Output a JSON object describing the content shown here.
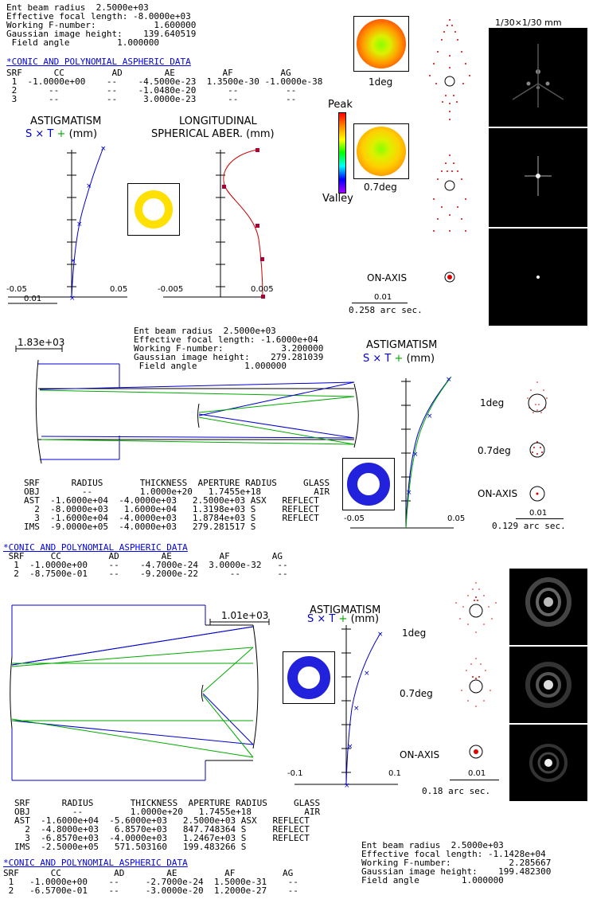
{
  "sys1": {
    "info": "Ent beam radius  2.5000e+03\nEffective focal length: -8.0000e+03\nWorking F-number:           1.600000\nGaussian image height:    139.640519\n Field angle         1.000000",
    "asph_title": "*CONIC AND POLYNOMIAL ASPHERIC DATA",
    "asph_table": "SRF      CC         AD        AE         AF         AG\n 1  -1.0000e+00    --    -4.5000e-23  1.3500e-30 -1.0000e-38\n 2      --         --    -1.0480e-20      --         --\n 3      --         --     3.0000e-23      --         --",
    "astig_title": "ASTIGMATISM",
    "astig_legend": "S × T + (mm)",
    "astig_ticks": [
      "-0.05",
      "0.05"
    ],
    "astig_scale": "0.01",
    "long_title1": "LONGITUDINAL",
    "long_title2": "SPHERICAL ABER. (mm)",
    "long_ticks": [
      "-0.005",
      "0.005"
    ],
    "peak_label": "Peak",
    "valley_label": "Valley",
    "wave_labels": [
      "1deg",
      "0.7deg"
    ],
    "spot_onaxis": "ON-AXIS",
    "spot_scale": "0.01",
    "spot_arcsec": "0.258 arc sec.",
    "psf_scale": "1/30×1/30 mm"
  },
  "sys2": {
    "scale_label": "1.83e+03",
    "info": "Ent beam radius  2.5000e+03\nEffective focal length: -1.6000e+04\nWorking F-number:           3.200000\nGaussian image height:    279.281039\n Field angle         1.000000",
    "astig_title": "ASTIGMATISM",
    "astig_legend": "S × T + (mm)",
    "astig_ticks": [
      "-0.05",
      "0.05"
    ],
    "spot_labels": [
      "1deg",
      "0.7deg",
      "ON-AXIS"
    ],
    "spot_scale": "0.01",
    "spot_arcsec": "0.129 arc sec.",
    "lens_table": "SRF      RADIUS       THICKNESS  APERTURE RADIUS     GLASS\nOBJ        --         1.0000e+20   1.7455e+18          AIR\nAST  -1.6000e+04  -4.0000e+03   2.5000e+03 ASX   REFLECT\n  2  -8.0000e+03   1.6000e+04   1.3198e+03 S     REFLECT\n  3  -1.6000e+04  -4.0000e+03   1.8784e+03 S     REFLECT\nIMS  -9.0000e+05  -4.0000e+03   279.281517 S",
    "asph_title": "*CONIC AND POLYNOMIAL ASPHERIC DATA",
    "asph_table": " SRF     CC         AD        AE         AF        AG\n  1  -1.0000e+00    --    -4.7000e-24  3.0000e-32   --\n  2  -8.7500e-01    --    -9.2000e-22      --       --"
  },
  "sys3": {
    "scale_label": "1.01e+03",
    "astig_title": "ASTIGMATISM",
    "astig_legend": "S × T + (mm)",
    "astig_ticks": [
      "-0.1",
      "0.1"
    ],
    "spot_labels": [
      "1deg",
      "0.7deg",
      "ON-AXIS"
    ],
    "spot_scale": "0.01",
    "spot_arcsec": "0.18 arc sec.",
    "lens_table": "SRF      RADIUS       THICKNESS  APERTURE RADIUS     GLASS\nOBJ        --         1.0000e+20   1.7455e+18          AIR\nAST  -1.6000e+04  -5.6000e+03   2.5000e+03 ASX   REFLECT\n  2  -4.8000e+03   6.8570e+03   847.748364 S     REFLECT\n  3  -6.8570e+03  -4.0000e+03   1.2467e+03 S     REFLECT\nIMS  -2.5000e+05   571.503160   199.483266 S",
    "asph_title": "*CONIC AND POLYNOMIAL ASPHERIC DATA",
    "asph_table": "SRF      CC          AD        AE         AF         AG\n 1   -1.0000e+00    --     -2.7000e-24  1.5000e-31    --\n 2   -6.5700e-01    --     -3.0000e-20  1.2000e-27    --",
    "info": "Ent beam radius  2.5000e+03\nEffective focal length: -1.1428e+04\nWorking F-number:           2.285667\nGaussian image height:    199.482300\nField angle        1.000000"
  },
  "colors": {
    "sagittal": "#0000cc",
    "tangential": "#00aa00",
    "longitudinal": "#cc0000",
    "annulus1": "#ffe000",
    "annulus2": "#2222dd"
  }
}
